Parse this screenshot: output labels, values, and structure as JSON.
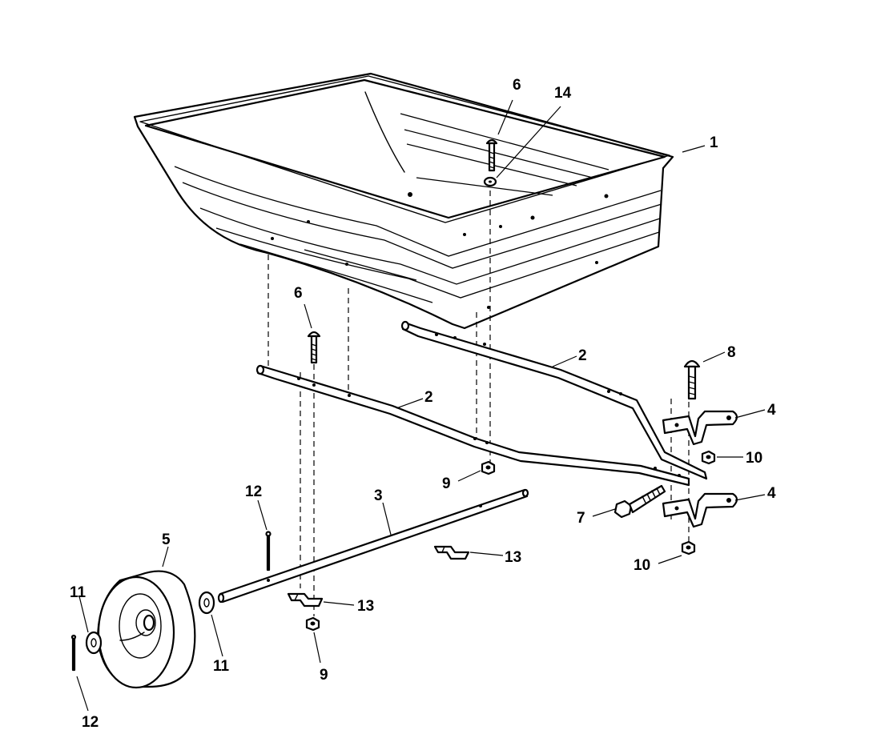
{
  "callouts": [
    {
      "id": "c1",
      "text": "1"
    },
    {
      "id": "c2a",
      "text": "2"
    },
    {
      "id": "c2b",
      "text": "2"
    },
    {
      "id": "c3",
      "text": "3"
    },
    {
      "id": "c4a",
      "text": "4"
    },
    {
      "id": "c4b",
      "text": "4"
    },
    {
      "id": "c5",
      "text": "5"
    },
    {
      "id": "c6a",
      "text": "6"
    },
    {
      "id": "c6b",
      "text": "6"
    },
    {
      "id": "c7",
      "text": "7"
    },
    {
      "id": "c8",
      "text": "8"
    },
    {
      "id": "c9a",
      "text": "9"
    },
    {
      "id": "c9b",
      "text": "9"
    },
    {
      "id": "c10a",
      "text": "10"
    },
    {
      "id": "c10b",
      "text": "10"
    },
    {
      "id": "c11a",
      "text": "11"
    },
    {
      "id": "c11b",
      "text": "11"
    },
    {
      "id": "c12a",
      "text": "12"
    },
    {
      "id": "c12b",
      "text": "12"
    },
    {
      "id": "c13a",
      "text": "13"
    },
    {
      "id": "c13b",
      "text": "13"
    },
    {
      "id": "c14",
      "text": "14"
    }
  ],
  "colors": {
    "ink": "#000000",
    "paper": "#ffffff"
  }
}
